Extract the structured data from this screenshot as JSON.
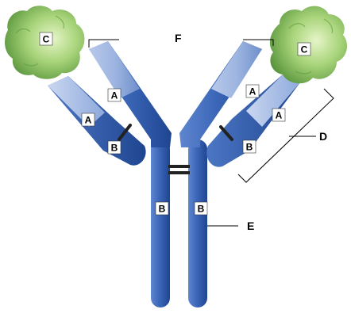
{
  "diagram": {
    "labels": {
      "A": "A",
      "B": "B",
      "C": "C",
      "D": "D",
      "E": "E",
      "F": "F"
    },
    "colors": {
      "heavy_chain_constant": "#2e5aa8",
      "heavy_chain_variable": "#8aa6d6",
      "light_chain_constant": "#2e5aa8",
      "light_chain_variable": "#a9bfe3",
      "antigen": "#8cc15a",
      "antigen_dark": "#3f7e2a",
      "disulfide_bond": "#222222"
    }
  }
}
